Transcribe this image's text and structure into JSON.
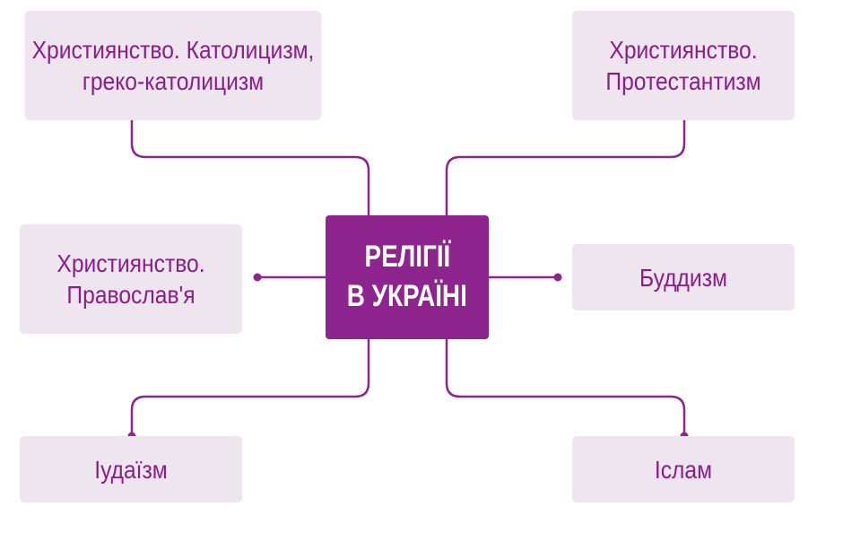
{
  "diagram": {
    "center": {
      "line1": "РЕЛІГІЇ",
      "line2": "В УКРАЇНІ"
    },
    "nodes": {
      "catholicism": {
        "line1": "Християнство. Католицизм,",
        "line2": "греко-католицизм"
      },
      "protestantism": {
        "line1": "Християнство.",
        "line2": "Протестантизм"
      },
      "orthodoxy": {
        "line1": "Християнство.",
        "line2": "Православ'я"
      },
      "buddhism": {
        "line1": "Буддизм"
      },
      "judaism": {
        "line1": "Іудаїзм"
      },
      "islam": {
        "line1": "Іслам"
      }
    },
    "colors": {
      "accent": "#8e248e",
      "connector": "#8e248e",
      "node_fill": "#efe5ef",
      "node_text": "#8b1d8b",
      "center_text": "#ffffff"
    }
  }
}
